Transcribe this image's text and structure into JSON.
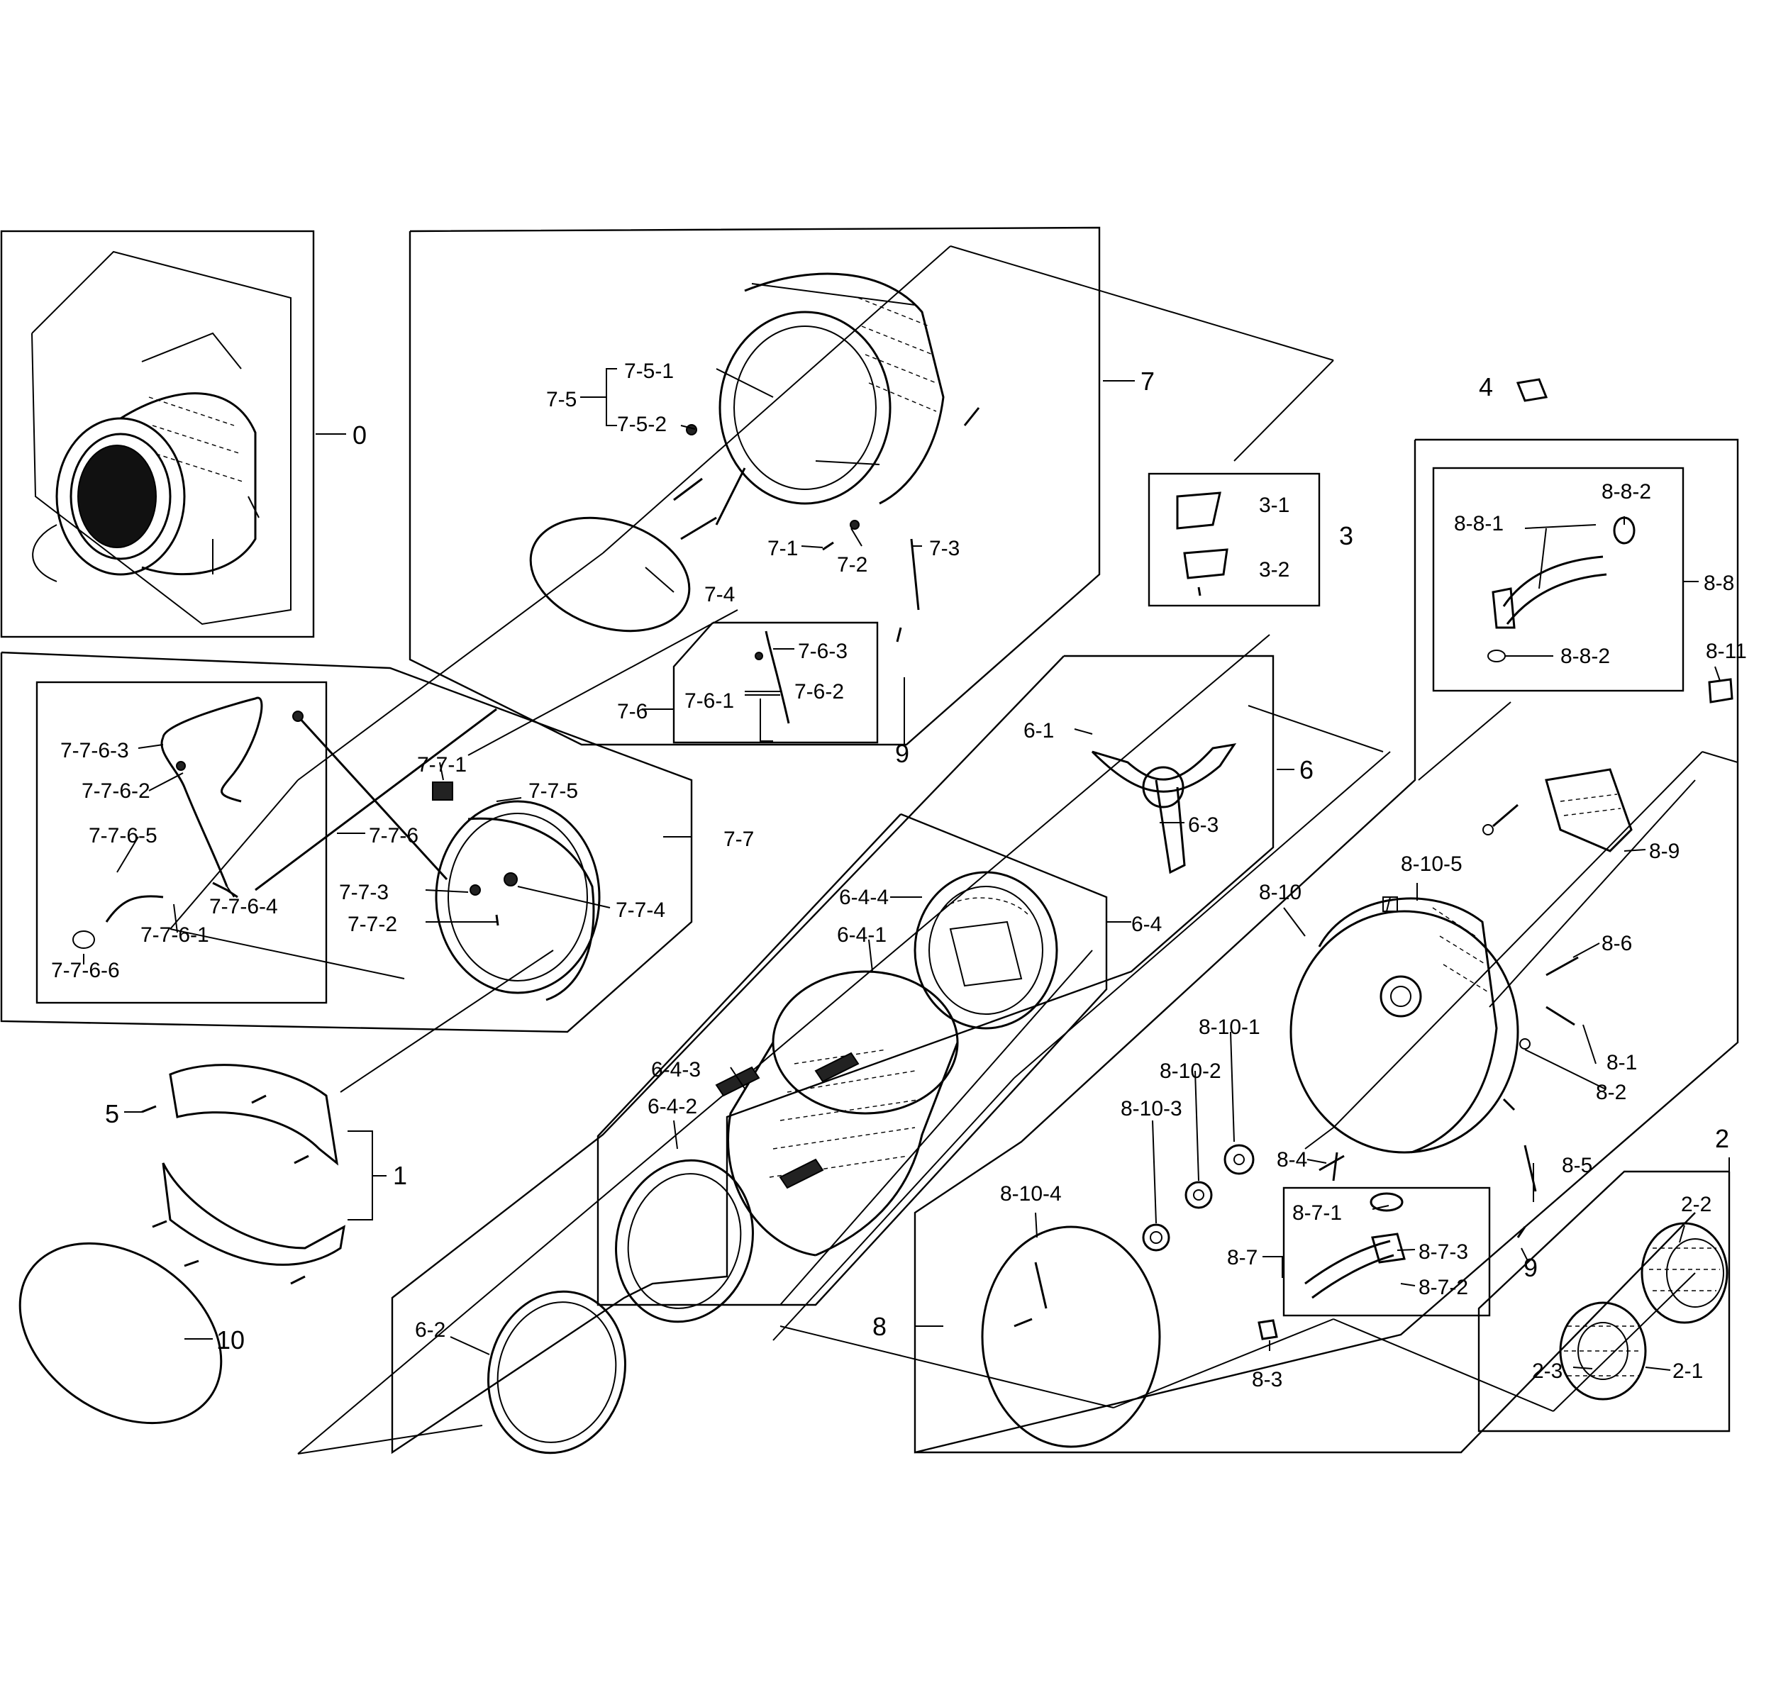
{
  "labels": {
    "l_0": "0",
    "l_1": "1",
    "l_2": "2",
    "l_2_1": "2-1",
    "l_2_2": "2-2",
    "l_2_3": "2-3",
    "l_3": "3",
    "l_3_1": "3-1",
    "l_3_2": "3-2",
    "l_4": "4",
    "l_5": "5",
    "l_6": "6",
    "l_6_1": "6-1",
    "l_6_2": "6-2",
    "l_6_3": "6-3",
    "l_6_4": "6-4",
    "l_6_4_1": "6-4-1",
    "l_6_4_2": "6-4-2",
    "l_6_4_3": "6-4-3",
    "l_6_4_4": "6-4-4",
    "l_7": "7",
    "l_7_1": "7-1",
    "l_7_2": "7-2",
    "l_7_3": "7-3",
    "l_7_4": "7-4",
    "l_7_5": "7-5",
    "l_7_5_1": "7-5-1",
    "l_7_5_2": "7-5-2",
    "l_7_6": "7-6",
    "l_7_6_1": "7-6-1",
    "l_7_6_2": "7-6-2",
    "l_7_6_3": "7-6-3",
    "l_7_7": "7-7",
    "l_7_7_1": "7-7-1",
    "l_7_7_2": "7-7-2",
    "l_7_7_3": "7-7-3",
    "l_7_7_4": "7-7-4",
    "l_7_7_5": "7-7-5",
    "l_7_7_6": "7-7-6",
    "l_7_7_6_1": "7-7-6-1",
    "l_7_7_6_2": "7-7-6-2",
    "l_7_7_6_3": "7-7-6-3",
    "l_7_7_6_4": "7-7-6-4",
    "l_7_7_6_5": "7-7-6-5",
    "l_7_7_6_6": "7-7-6-6",
    "l_8": "8",
    "l_8_1": "8-1",
    "l_8_2": "8-2",
    "l_8_3": "8-3",
    "l_8_4": "8-4",
    "l_8_5": "8-5",
    "l_8_6": "8-6",
    "l_8_7": "8-7",
    "l_8_7_1": "8-7-1",
    "l_8_7_2": "8-7-2",
    "l_8_7_3": "8-7-3",
    "l_8_8": "8-8",
    "l_8_8_1": "8-8-1",
    "l_8_8_2a": "8-8-2",
    "l_8_8_2b": "8-8-2",
    "l_8_9": "8-9",
    "l_8_10": "8-10",
    "l_8_10_1": "8-10-1",
    "l_8_10_2": "8-10-2",
    "l_8_10_3": "8-10-3",
    "l_8_10_4": "8-10-4",
    "l_8_10_5": "8-10-5",
    "l_8_11": "8-11",
    "l_9a": "9",
    "l_9b": "9",
    "l_10": "10"
  }
}
